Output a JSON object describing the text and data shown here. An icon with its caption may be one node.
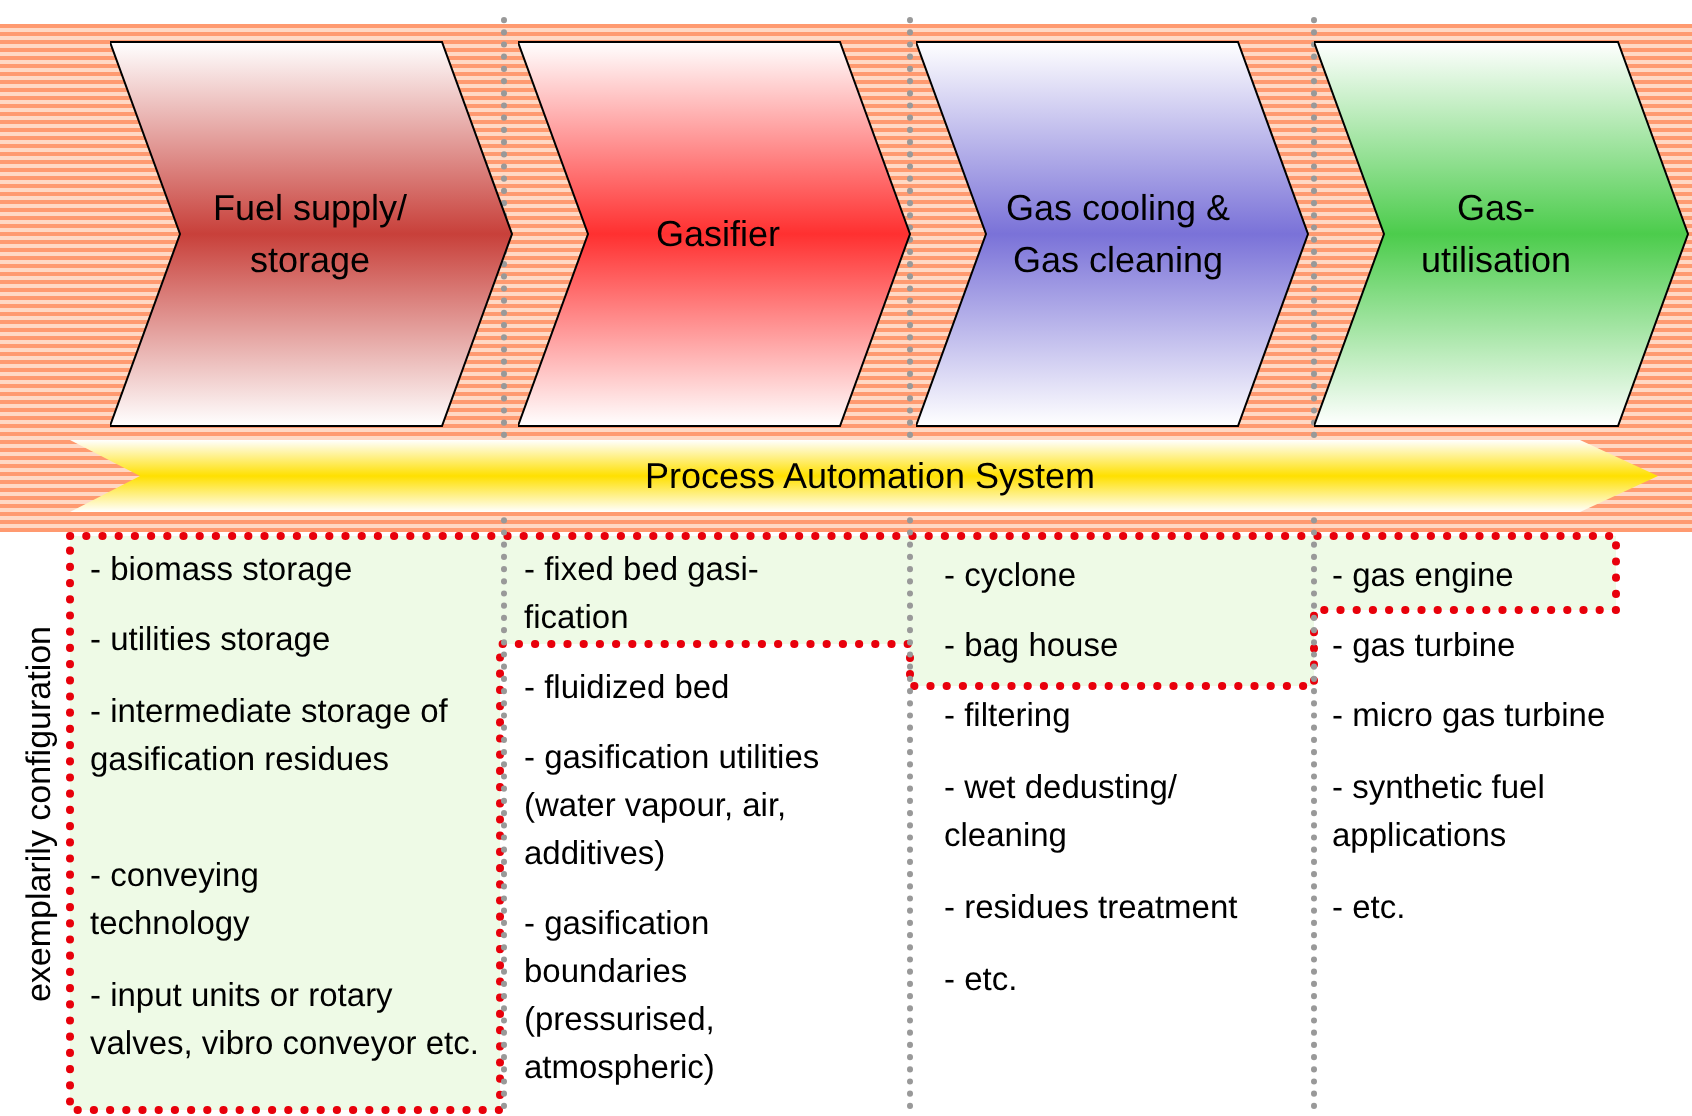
{
  "diagram": {
    "nodes": [
      {
        "text": [
          "Fuel supply/ storage"
        ]
      },
      {
        "text": [
          "Gasifier"
        ]
      },
      {
        "text": [
          "Gas cooling & Gas cleaning"
        ]
      },
      {
        "text": [
          "Gas- utilisation"
        ]
      },
      {
        "text": [
          "Process Automation System"
        ]
      }
    ],
    "labels": [
      "exemplarily configuration",
      "- biomass storage",
      "- utilities storage",
      "- intermediate storage of gasification residues",
      "- conveying technology",
      "- input units or rotary valves, vibro conveyor etc.",
      "- fixed bed gasi- fication",
      "- fluidized bed",
      "- gasification utilities (water vapour, air, additives)",
      "- gasification boundaries (pressurised, atmospheric)",
      "- cyclone",
      "- bag house",
      "- filtering",
      "- wet dedusting/ cleaning",
      "- residues treatment",
      "- etc.",
      "- gas engine",
      "- gas turbine",
      "- micro gas turbine",
      "- synthetic fuel applications",
      "- etc."
    ]
  }
}
